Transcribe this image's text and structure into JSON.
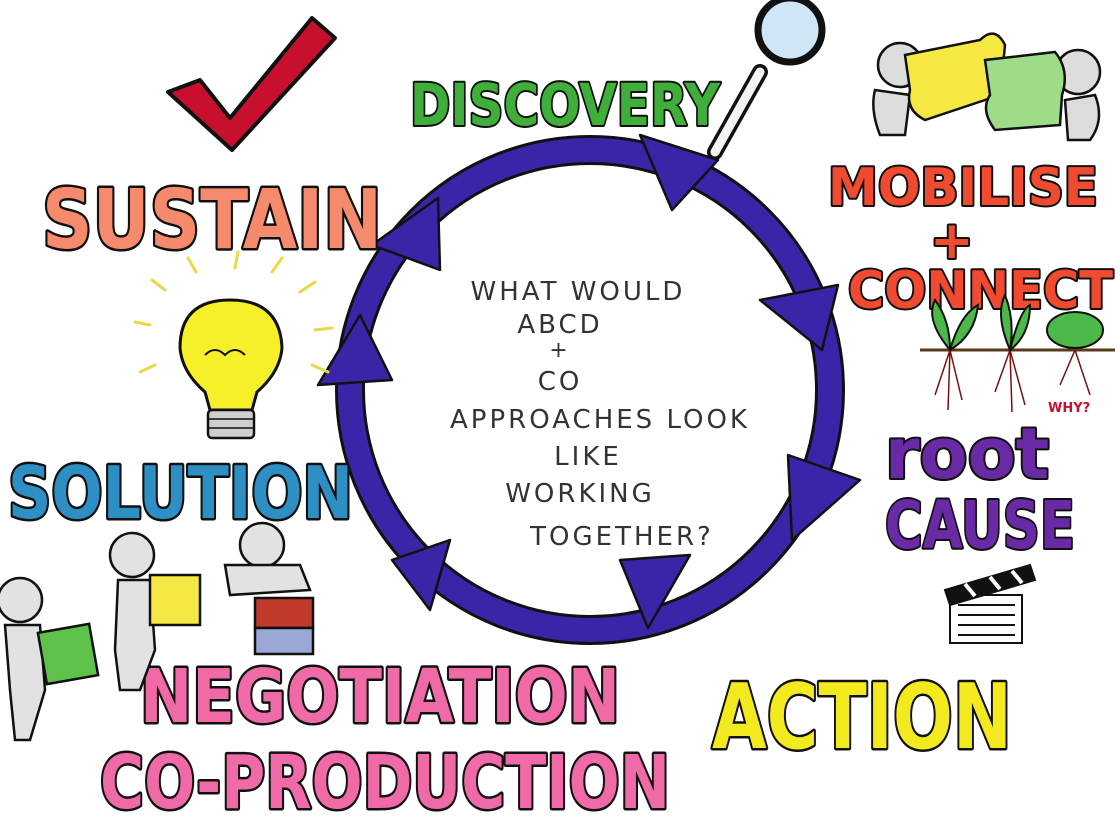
{
  "colors": {
    "background": "#ffffff",
    "cycle": "#3b24a8",
    "discovery": "#3fae3a",
    "mobilise": "#f04a30",
    "root_cause": "#6a2aa6",
    "action": "#f2ea1e",
    "negotiation": "#f06aa8",
    "solution": "#2e8fc4",
    "sustain": "#f58a6c",
    "checkmark": "#c8102e",
    "bulb": "#f5f02a",
    "outline": "#111111"
  },
  "center_question": {
    "lines": [
      "WHAT WOULD",
      "ABCD",
      "+",
      "CO",
      "APPROACHES LOOK",
      "LIKE",
      "WORKING",
      "TOGETHER?"
    ]
  },
  "stages": {
    "discovery": "DISCOVERY",
    "mobilise": "MOBILISE",
    "plus": "+",
    "connect": "CONNECT",
    "root": "root",
    "cause": "CAUSE",
    "action": "ACTION",
    "negotiation": "NEGOTIATION",
    "coproduction": "CO-PRODUCTION",
    "solution": "SOLUTION",
    "sustain": "SUSTAIN"
  },
  "annotations": {
    "why": "WHY?"
  },
  "icons": [
    "checkmark-icon",
    "magnifier-icon",
    "puzzle-people-icon",
    "plants-icon",
    "clapperboard-icon",
    "lightbulb-icon",
    "people-boxes-icon"
  ]
}
